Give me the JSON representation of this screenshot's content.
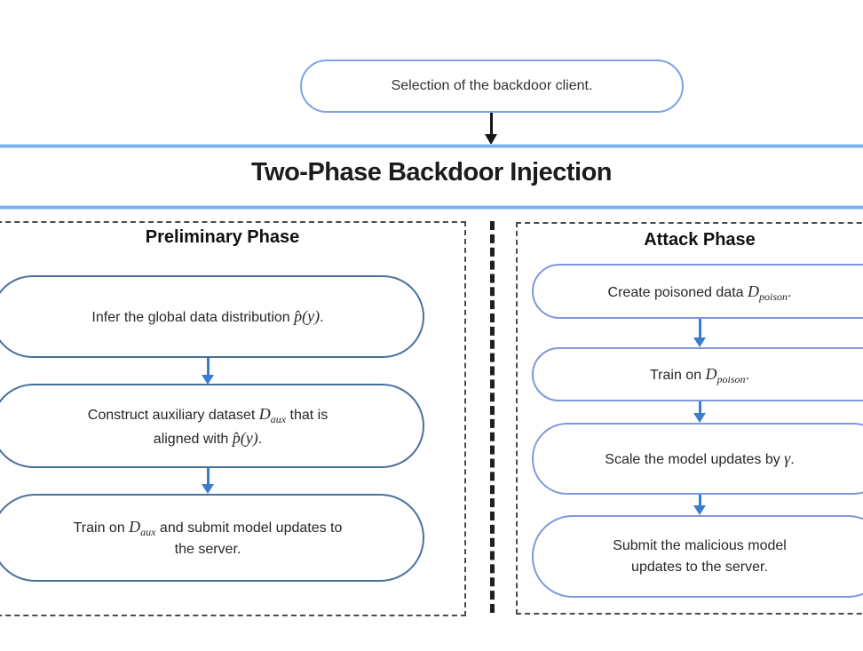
{
  "top": {
    "selection_label": "Selection of the backdoor client."
  },
  "banner": {
    "title": "Two-Phase Backdoor Injection"
  },
  "left_panel": {
    "title": "Preliminary Phase",
    "step1": {
      "t1": "Infer the global data distribution ",
      "m1": "p̂(y)",
      "t2": "."
    },
    "step2": {
      "t1": "Construct auxiliary dataset ",
      "m1": "D",
      "s1": "aux",
      "t2": " that is",
      "t3": "aligned with ",
      "m2": "p̂(y)",
      "t4": "."
    },
    "step3": {
      "t1": "Train on ",
      "m1": "D",
      "s1": "aux",
      "t2": " and submit model updates to",
      "t3": "the server."
    }
  },
  "right_panel": {
    "title": "Attack Phase",
    "step1": {
      "t1": "Create poisoned data ",
      "m1": "D",
      "s1": "poison",
      "t2": "."
    },
    "step2": {
      "t1": "Train on ",
      "m1": "D",
      "s1": "poison",
      "t2": "."
    },
    "step3": {
      "t1": "Scale the model updates by ",
      "m1": "γ",
      "t2": "."
    },
    "step4": {
      "l1": "Submit the malicious model",
      "l2": "updates to the server."
    }
  },
  "icons": {
    "arrow_down_black": "triangle-down-with-stem",
    "arrow_down_blue": "triangle-down-with-stem"
  },
  "colors": {
    "light_blue_line": "#79aef1",
    "top_box_border": "#7da3ea",
    "left_box_border": "#48719e",
    "right_box_border": "#7e97dd",
    "arrow_blue": "#3a7cd0",
    "arrow_black": "#151515",
    "panel_dash": "#4b4b4b",
    "divider_dash": "#1f1f1f",
    "text": "#272727"
  }
}
